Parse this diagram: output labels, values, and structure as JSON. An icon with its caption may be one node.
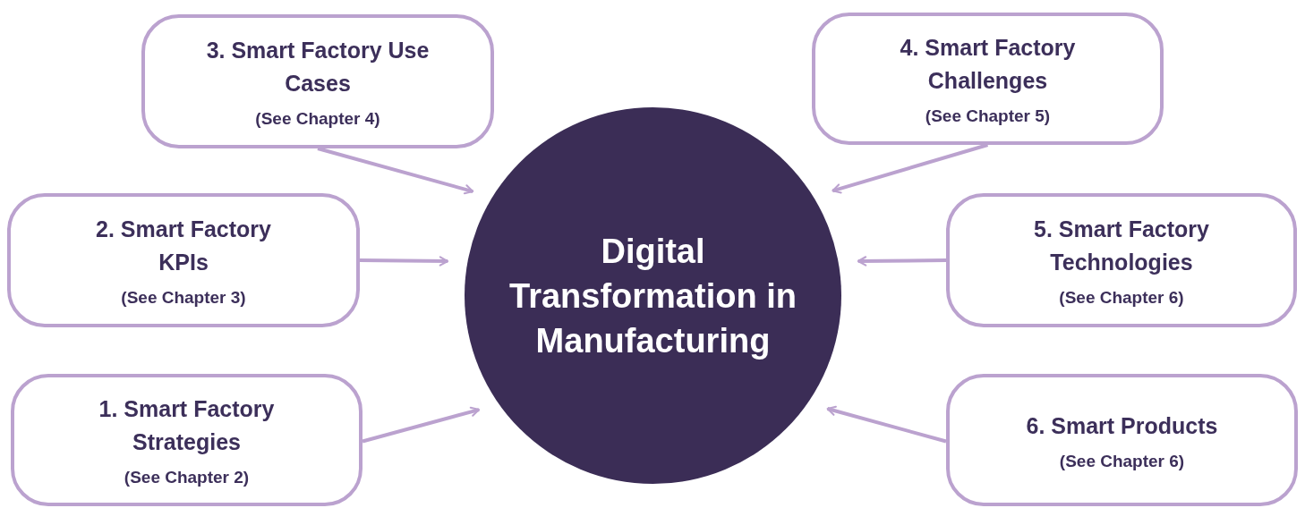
{
  "diagram": {
    "nodes": [
      {
        "text": [
          "3. Smart Factory Use Cases",
          "(See Chapter 4)"
        ]
      },
      {
        "text": [
          "4. Smart Factory Challenges",
          "(See Chapter 5)"
        ]
      },
      {
        "text": [
          "2. Smart Factory KPIs",
          "(See Chapter 3)"
        ]
      },
      {
        "text": [
          "Digital Transformation in Manufacturing"
        ]
      },
      {
        "text": [
          "5. Smart Factory Technologies",
          "(See Chapter 6)"
        ]
      },
      {
        "text": [
          "1. Smart Factory Strategies",
          "(See Chapter 2)"
        ]
      },
      {
        "text": [
          "6. Smart Products",
          "(See Chapter 6)"
        ]
      }
    ],
    "edges": [
      {
        "from": 0,
        "to": 3,
        "arrow": "to"
      },
      {
        "from": 1,
        "to": 3,
        "arrow": "to"
      },
      {
        "from": 2,
        "to": 3,
        "arrow": "to"
      },
      {
        "from": 4,
        "to": 3,
        "arrow": "to"
      },
      {
        "from": 5,
        "to": 3,
        "arrow": "to"
      },
      {
        "from": 6,
        "to": 3,
        "arrow": "to"
      }
    ]
  }
}
